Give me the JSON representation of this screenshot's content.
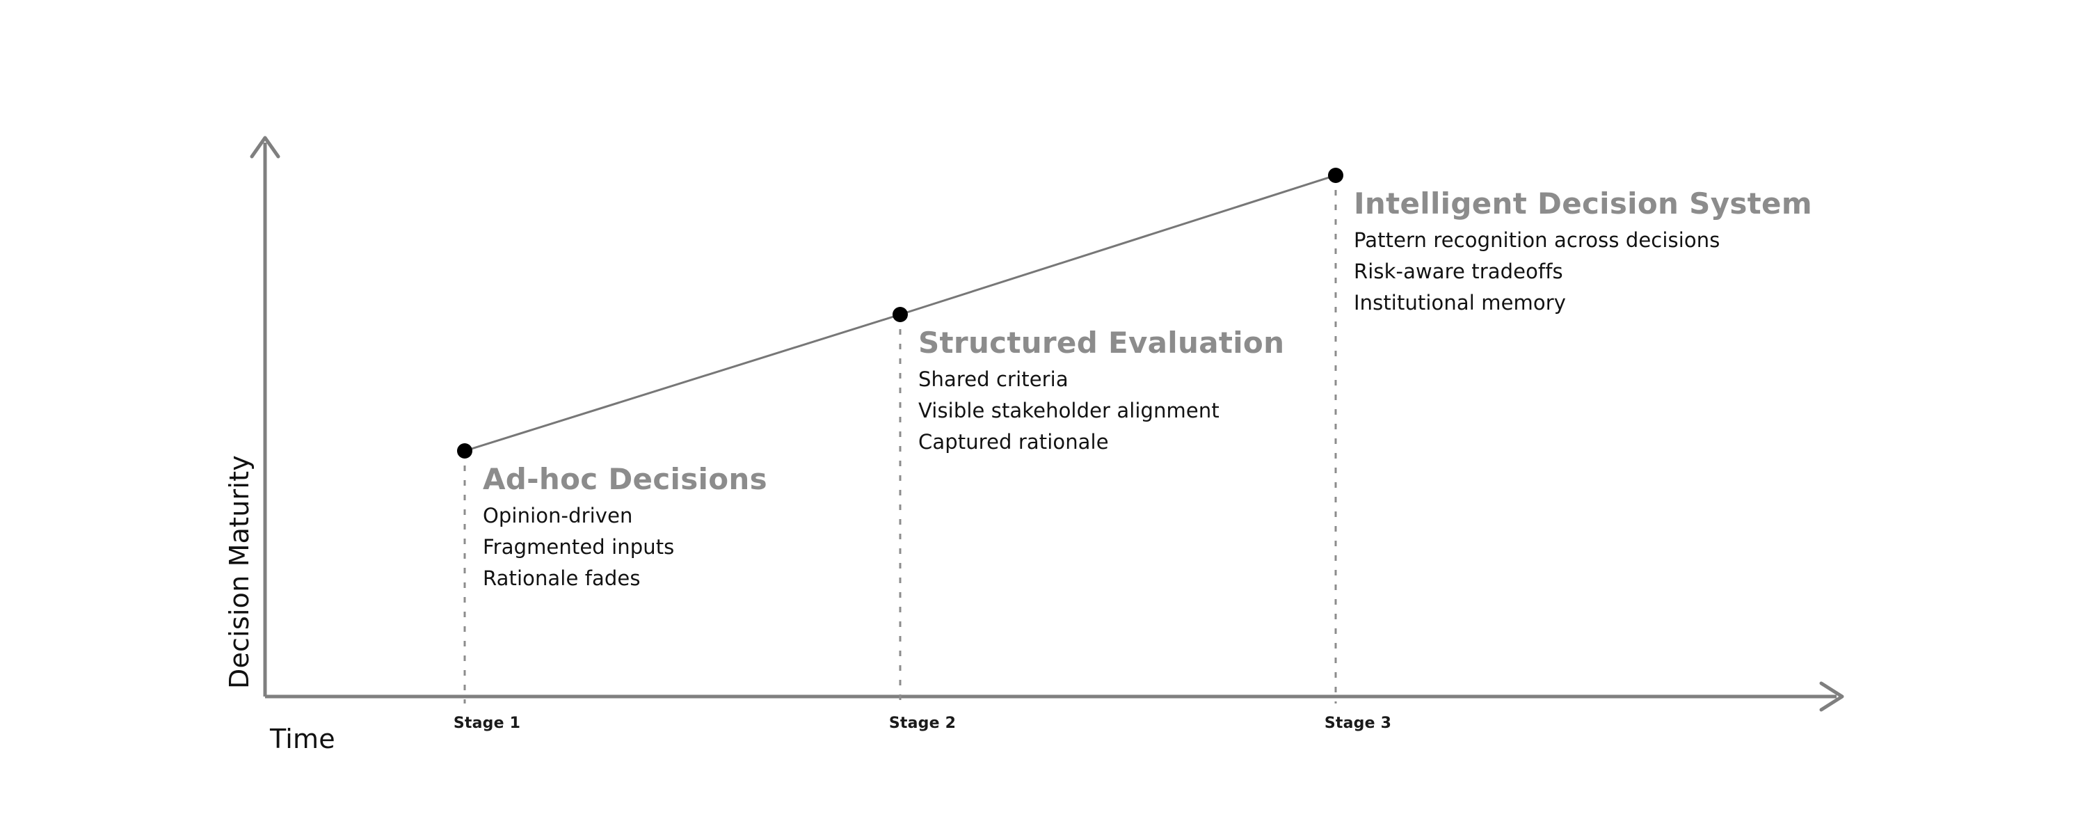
{
  "chart_data": {
    "type": "line",
    "title": "",
    "xlabel": "Time",
    "ylabel": "Decision Maturity",
    "grid": false,
    "legend": "none",
    "categories": [
      "Stage 1",
      "Stage 2",
      "Stage 3"
    ],
    "x": [
      1,
      2,
      3
    ],
    "values": [
      1,
      2,
      3
    ],
    "xlim": [
      0,
      4
    ],
    "ylim": [
      0,
      4
    ],
    "series": [
      {
        "name": "Decision Maturity",
        "values": [
          1,
          2,
          3
        ],
        "marker": "filled-circle",
        "marker_color": "#000000",
        "line_color": "#777777"
      }
    ],
    "annotations": [
      {
        "category": "Stage 1",
        "heading": "Ad-hoc Decisions",
        "bullets": [
          "Opinion-driven",
          "Fragmented inputs",
          "Rationale fades"
        ]
      },
      {
        "category": "Stage 2",
        "heading": "Structured Evaluation",
        "bullets": [
          "Shared criteria",
          "Visible stakeholder alignment",
          "Captured rationale"
        ]
      },
      {
        "category": "Stage 3",
        "heading": "Intelligent Decision System",
        "bullets": [
          "Pattern recognition across decisions",
          "Risk-aware tradeoffs",
          "Institutional memory"
        ]
      }
    ]
  },
  "axes": {
    "y_title": "Decision Maturity",
    "x_title": "Time"
  },
  "ticks": [
    {
      "label": "Stage 1"
    },
    {
      "label": "Stage 2"
    },
    {
      "label": "Stage 3"
    }
  ],
  "stages": [
    {
      "heading": "Ad-hoc Decisions",
      "bullets": [
        "Opinion-driven",
        "Fragmented inputs",
        "Rationale fades"
      ]
    },
    {
      "heading": "Structured Evaluation",
      "bullets": [
        "Shared criteria",
        "Visible stakeholder alignment",
        "Captured rationale"
      ]
    },
    {
      "heading": "Intelligent Decision System",
      "bullets": [
        "Pattern recognition across decisions",
        "Risk-aware tradeoffs",
        "Institutional memory"
      ]
    }
  ],
  "colors": {
    "background": "#ffffff",
    "axis": "#7f7f7f",
    "marker": "#000000",
    "trend_line": "#777777",
    "dashed_guide": "#8c8c8c",
    "heading_text": "#8c8c8c",
    "body_text": "#121212",
    "tick_text": "#1a1a1a"
  }
}
